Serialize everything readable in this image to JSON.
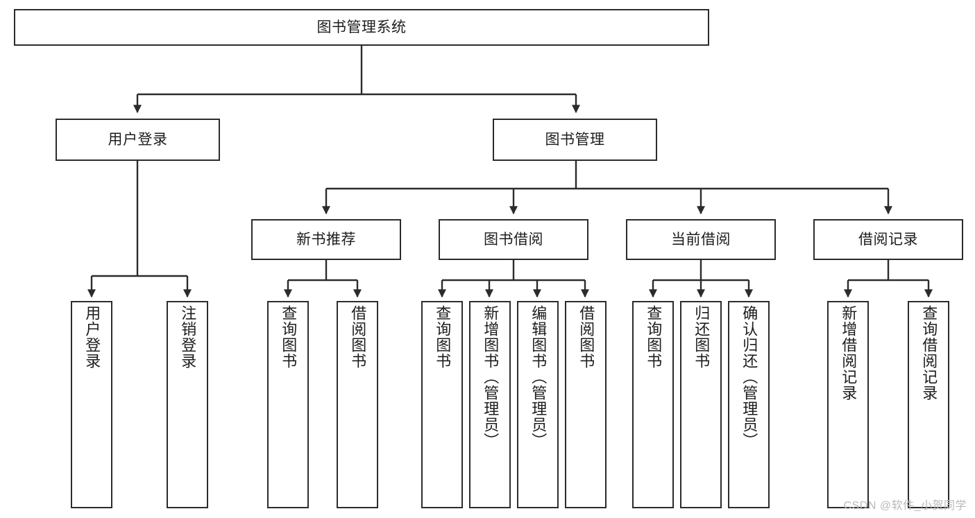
{
  "diagram": {
    "title": "图书管理系统",
    "type": "functional-decomposition-tree",
    "watermark": "CSDN @软件_小贺同学",
    "colors": {
      "border": "#2b2b2b",
      "background": "#ffffff",
      "text": "#1d1d1d",
      "edge": "#2b2b2b",
      "watermark": "#b9b9b9"
    },
    "levels": {
      "root": {
        "label": "图书管理系统"
      },
      "level2": [
        {
          "label": "用户登录"
        },
        {
          "label": "图书管理"
        }
      ],
      "level3": [
        {
          "label": "新书推荐"
        },
        {
          "label": "图书借阅"
        },
        {
          "label": "当前借阅"
        },
        {
          "label": "借阅记录"
        }
      ],
      "leaves": {
        "user_login": [
          {
            "label": "用户登录"
          },
          {
            "label": "注销登录"
          }
        ],
        "new_book_recommend": [
          {
            "label": "查询图书"
          },
          {
            "label": "借阅图书"
          }
        ],
        "book_borrow": [
          {
            "label": "查询图书"
          },
          {
            "label": "新增图书（管理员）"
          },
          {
            "label": "编辑图书（管理员）"
          },
          {
            "label": "借阅图书"
          }
        ],
        "current_borrow": [
          {
            "label": "查询图书"
          },
          {
            "label": "归还图书"
          },
          {
            "label": "确认归还（管理员）"
          }
        ],
        "borrow_records": [
          {
            "label": "新增借阅记录"
          },
          {
            "label": "查询借阅记录"
          }
        ]
      }
    }
  }
}
